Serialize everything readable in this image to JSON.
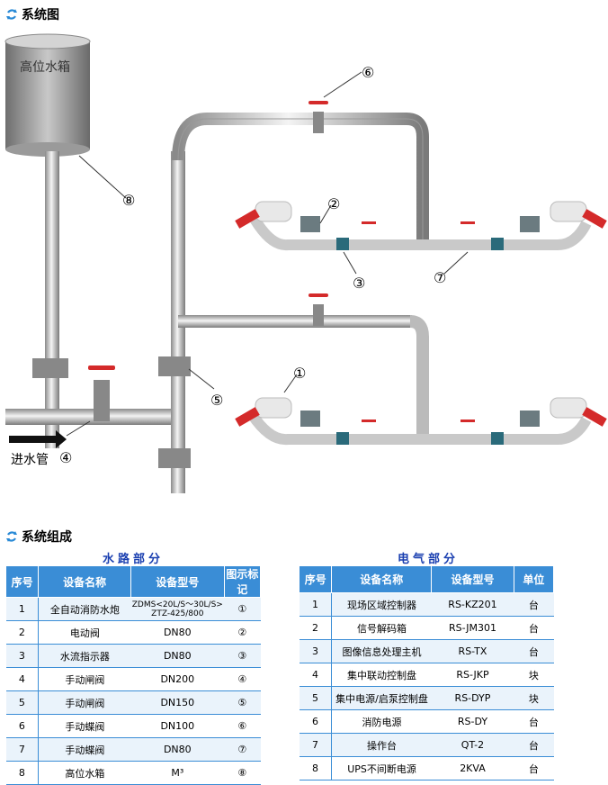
{
  "system_diagram": {
    "title": "系统图",
    "tank_label": "高位水箱",
    "inlet_label": "进水管",
    "callouts": [
      "①",
      "②",
      "③",
      "④",
      "⑤",
      "⑥",
      "⑦",
      "⑧"
    ]
  },
  "system_composition": {
    "title": "系统组成",
    "water": {
      "heading": "水路部分",
      "columns": [
        "序号",
        "设备名称",
        "设备型号",
        "图示标记"
      ],
      "rows": [
        {
          "idx": "1",
          "name": "全自动消防水炮",
          "model": "ZDMS<20L/S～30L/S> ZTZ-425/800",
          "mark": "①"
        },
        {
          "idx": "2",
          "name": "电动阀",
          "model": "DN80",
          "mark": "②"
        },
        {
          "idx": "3",
          "name": "水流指示器",
          "model": "DN80",
          "mark": "③"
        },
        {
          "idx": "4",
          "name": "手动闸阀",
          "model": "DN200",
          "mark": "④"
        },
        {
          "idx": "5",
          "name": "手动闸阀",
          "model": "DN150",
          "mark": "⑤"
        },
        {
          "idx": "6",
          "name": "手动蝶阀",
          "model": "DN100",
          "mark": "⑥"
        },
        {
          "idx": "7",
          "name": "手动蝶阀",
          "model": "DN80",
          "mark": "⑦"
        },
        {
          "idx": "8",
          "name": "高位水箱",
          "model": "M³",
          "mark": "⑧"
        }
      ]
    },
    "electrical": {
      "heading": "电气部分",
      "columns": [
        "序号",
        "设备名称",
        "设备型号",
        "单位"
      ],
      "rows": [
        {
          "idx": "1",
          "name": "现场区域控制器",
          "model": "RS-KZ201",
          "unit": "台"
        },
        {
          "idx": "2",
          "name": "信号解码箱",
          "model": "RS-JM301",
          "unit": "台"
        },
        {
          "idx": "3",
          "name": "图像信息处理主机",
          "model": "RS-TX",
          "unit": "台"
        },
        {
          "idx": "4",
          "name": "集中联动控制盘",
          "model": "RS-JKP",
          "unit": "块"
        },
        {
          "idx": "5",
          "name": "集中电源/启泵控制盘",
          "model": "RS-DYP",
          "unit": "块"
        },
        {
          "idx": "6",
          "name": "消防电源",
          "model": "RS-DY",
          "unit": "台"
        },
        {
          "idx": "7",
          "name": "操作台",
          "model": "QT-2",
          "unit": "台"
        },
        {
          "idx": "8",
          "name": "UPS不间断电源",
          "model": "2KVA",
          "unit": "台"
        }
      ]
    }
  }
}
